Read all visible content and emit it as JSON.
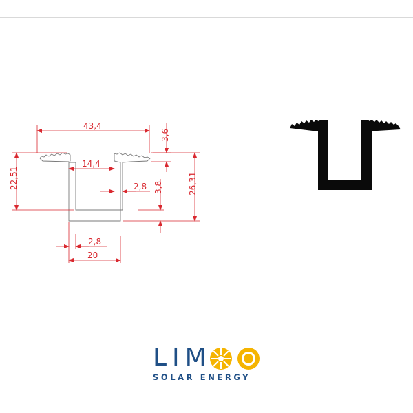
{
  "dimensions": {
    "top_width": "43,4",
    "flange_height": "3,6",
    "inner_width": "14,4",
    "wall_thickness_inner": "2,8",
    "base_thickness": "3,8",
    "left_height": "22,51",
    "right_height": "26,31",
    "wall_thickness_bottom": "2,8",
    "channel_width": "20"
  },
  "logo": {
    "brand": "LIM",
    "brand_letters": [
      "O",
      "O"
    ],
    "tagline": "SOLAR ENERGY",
    "colors": {
      "text": "#1f4f86",
      "sun": "#f5b400"
    }
  },
  "colors": {
    "dimension": "#d9282f",
    "profile": "#0a0a0a"
  }
}
